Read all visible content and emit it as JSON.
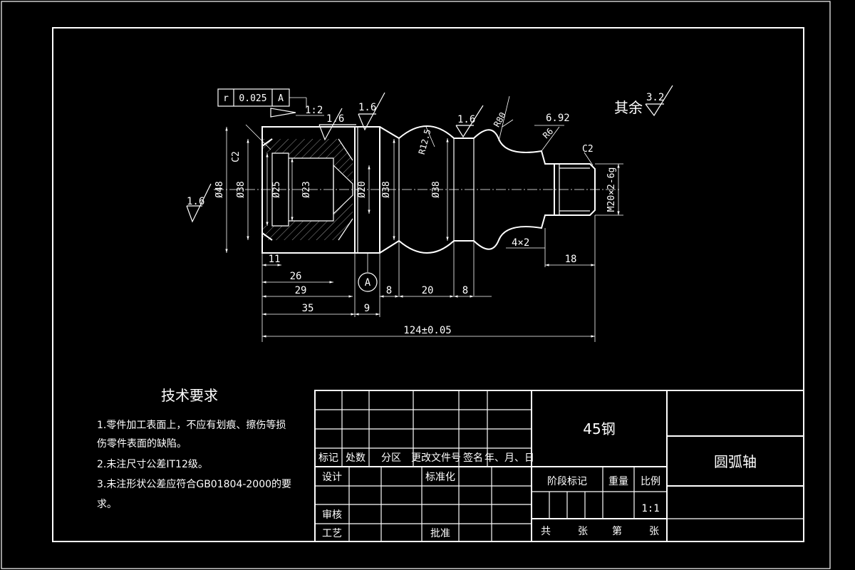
{
  "drawing": {
    "gdt": {
      "symbol": "r",
      "tolerance": "0.025",
      "datum": "A"
    },
    "taper": "1:2",
    "roughness": {
      "general_label": "其余",
      "general_value": "3.2",
      "values": [
        "1.6",
        "1.6",
        "1.6",
        "1.6"
      ]
    },
    "features": {
      "chamfer_left": "C2",
      "chamfer_right": "C2",
      "radius_large": "R12.5",
      "radius_small": "R6",
      "radius_top": "R80",
      "offset": "6.92",
      "groove": "4×2",
      "thread": "M20×2-6g",
      "datum_label": "A"
    },
    "diameters": [
      "Ø48",
      "Ø38",
      "Ø25",
      "Ø23",
      "Ø20",
      "Ø38",
      "Ø38"
    ],
    "lengths": [
      "11",
      "26",
      "29",
      "35",
      "9",
      "8",
      "20",
      "8",
      "18",
      "124±0.05"
    ]
  },
  "tech": {
    "title": "技术要求",
    "lines": [
      "1.零件加工表面上，不应有划痕、擦伤等损",
      "伤零件表面的缺陷。",
      "2.未注尺寸公差IT12级。",
      "3.未注形状公差应符合GB01804-2000的要",
      "求。"
    ]
  },
  "titleblock": {
    "material": "45钢",
    "part_name": "圆弧轴",
    "rev_headers": [
      "标记",
      "处数",
      "分区",
      "更改文件号",
      "签名",
      "年、月、日"
    ],
    "design": "设计",
    "standard": "标准化",
    "review": "审核",
    "process": "工艺",
    "approve": "批准",
    "stage": "阶段标记",
    "weight": "重量",
    "scale_label": "比例",
    "scale": "1:1",
    "total_a": "共",
    "total_b": "张",
    "sheet_a": "第",
    "sheet_b": "张"
  }
}
